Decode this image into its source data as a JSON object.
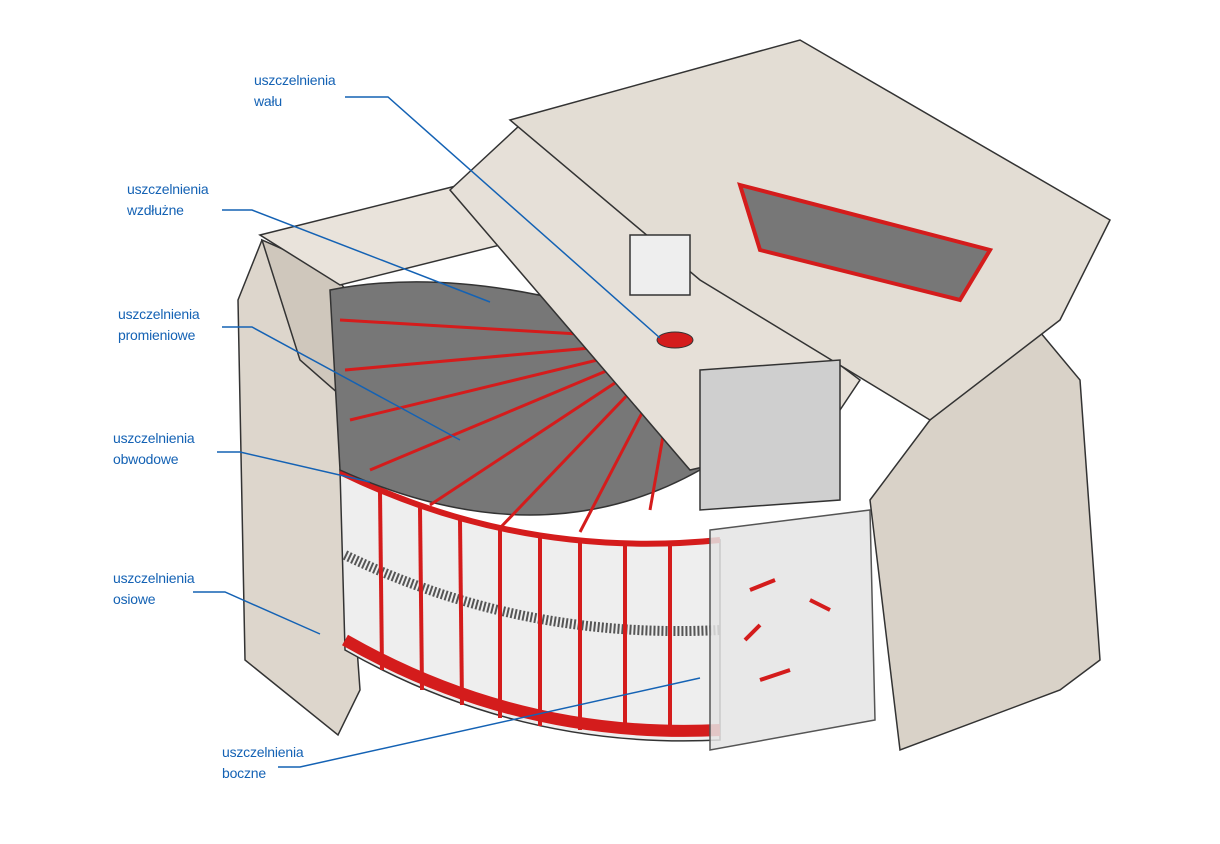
{
  "labels": [
    {
      "id": "shaft",
      "line1": "uszczelnienia",
      "line2": "wału"
    },
    {
      "id": "longitudinal",
      "line1": "uszczelnienia",
      "line2": "wzdłużne"
    },
    {
      "id": "radial",
      "line1": "uszczelnienia",
      "line2": "promieniowe"
    },
    {
      "id": "circumferential",
      "line1": "uszczelnienia",
      "line2": "obwodowe"
    },
    {
      "id": "axial",
      "line1": "uszczelnienia",
      "line2": "osiowe"
    },
    {
      "id": "side",
      "line1": "uszczelnienia",
      "line2": "boczne"
    }
  ],
  "colors": {
    "label": "#1462b4",
    "seal": "#d41c1c",
    "body": "#e6e0d8",
    "grid": "#6a6a6a"
  }
}
